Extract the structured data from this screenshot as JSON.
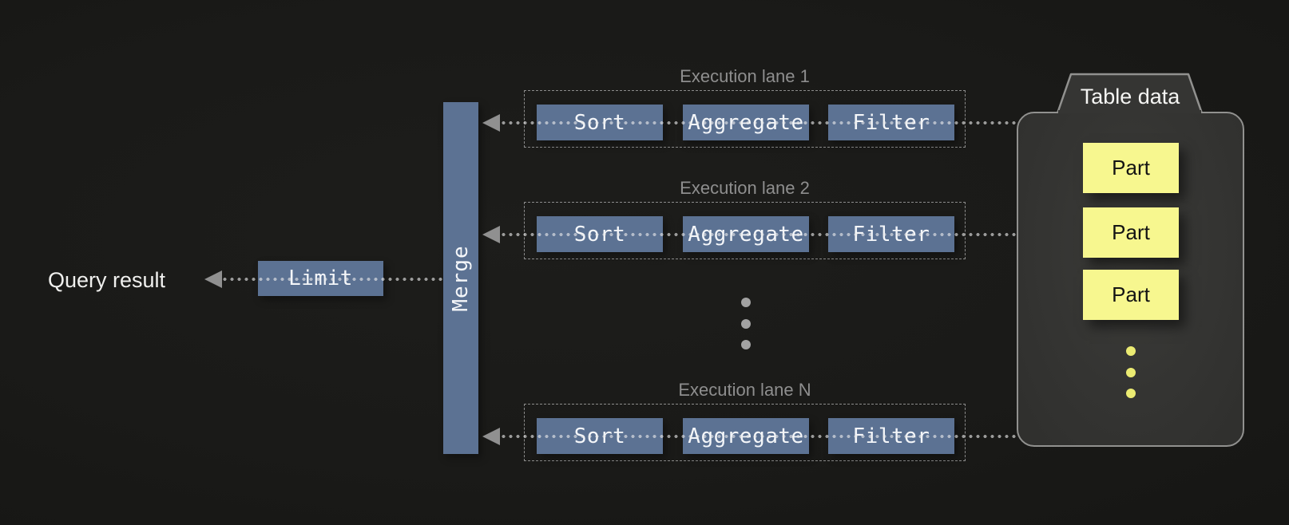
{
  "query_result": {
    "label": "Query result"
  },
  "limit": {
    "label": "Limit"
  },
  "merge": {
    "label": "Merge"
  },
  "lanes": [
    {
      "title": "Execution lane 1",
      "ops": [
        "Sort",
        "Aggregate",
        "Filter"
      ]
    },
    {
      "title": "Execution lane 2",
      "ops": [
        "Sort",
        "Aggregate",
        "Filter"
      ]
    },
    {
      "title": "Execution lane N",
      "ops": [
        "Sort",
        "Aggregate",
        "Filter"
      ]
    }
  ],
  "table_data": {
    "title": "Table data",
    "parts": [
      "Part",
      "Part",
      "Part"
    ]
  },
  "colors": {
    "background": "#1a1a18",
    "operator_blue": "#5c7293",
    "part_yellow": "#f7f78f",
    "lane_label_gray": "#8e8e8e",
    "arrow_gray": "#909090",
    "container_border": "#91918f",
    "container_fill": "#343432",
    "ellipsis_gray": "#a2a2a2",
    "ellipsis_yellow": "#ebeb72"
  }
}
